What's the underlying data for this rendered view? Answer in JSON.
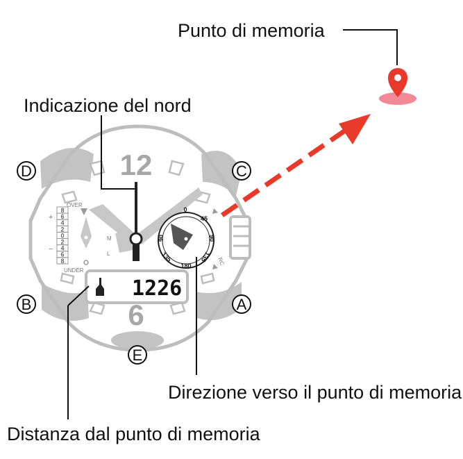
{
  "labels": {
    "memory_point": "Punto di memoria",
    "north_indication": "Indicazione del nord",
    "direction_to_memory_point": "Direzione verso il punto di memoria",
    "distance_from_memory_point": "Distanza dal punto di memoria"
  },
  "buttons": {
    "a": "A",
    "b": "B",
    "c": "C",
    "d": "D",
    "e": "E"
  },
  "dial": {
    "twelve": "12",
    "six": "6",
    "over": "OVER",
    "under": "UNDER",
    "plus": "+",
    "minus": "−",
    "m": "M",
    "l": "L",
    "rc": "RC",
    "scale": [
      "8",
      "6",
      "4",
      "2",
      "0",
      "2",
      "4",
      "6",
      "8"
    ]
  },
  "subdial": {
    "n0": "0",
    "n45a": "45",
    "n90a": "90",
    "n135a": "135",
    "n180": "180",
    "n135b": "135",
    "n90b": "90"
  },
  "lcd": {
    "value": "1226"
  },
  "colors": {
    "arrow": "#e8392b",
    "pin": "#e8392b",
    "pin_shadow": "#f08a96",
    "case": "#bdbdbd"
  }
}
